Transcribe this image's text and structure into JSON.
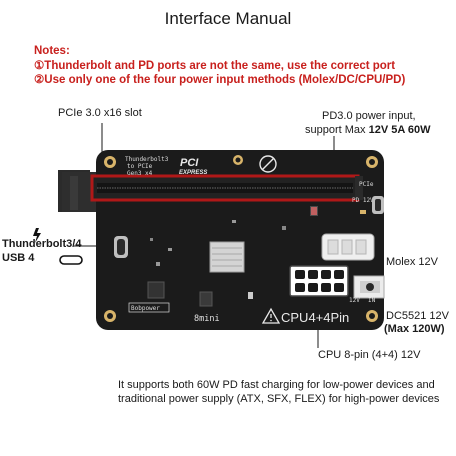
{
  "title": "Interface Manual",
  "notes": {
    "heading": "Notes:",
    "line1": "①Thunderbolt and PD ports are not the same, use the correct port",
    "line2": "②Use only one of the four power input methods (Molex/DC/CPU/PD)"
  },
  "labels": {
    "pcie_slot": "PCIe 3.0 x16 slot",
    "pd_line1": "PD3.0 power input,",
    "pd_line2_prefix": "support Max ",
    "pd_line2_bold": "12V 5A 60W",
    "thunderbolt_line1": "Thunderbolt3/4",
    "thunderbolt_line2": "USB 4",
    "molex": "Molex 12V",
    "dc_line1": "DC5521 12V",
    "dc_line2": "(Max 120W)",
    "cpu": "CPU 8-pin (4+4) 12V"
  },
  "board": {
    "silk_thunderbolt": "Thunderbolt3",
    "silk_to": "to PCIe",
    "silk_gen": "Gen3 x4",
    "pci_logo": "PCI",
    "express_logo": "EXPRESS",
    "silk_pcie": "PCIe",
    "silk_pd12v": "PD 12V",
    "silk_12v": "12V",
    "silk_in": "IN",
    "brand": "Bobpower",
    "model": "8mini",
    "cpu_marking": "CPU4+4Pin",
    "colors": {
      "board": "#1b1b1b",
      "slot": "#b01818",
      "pad": "#d8b46a",
      "note_red": "#c8201d"
    }
  },
  "footer": {
    "line1": "It supports both 60W PD fast charging for low-power devices and",
    "line2": "traditional power supply (ATX, SFX, FLEX) for high-power devices"
  }
}
